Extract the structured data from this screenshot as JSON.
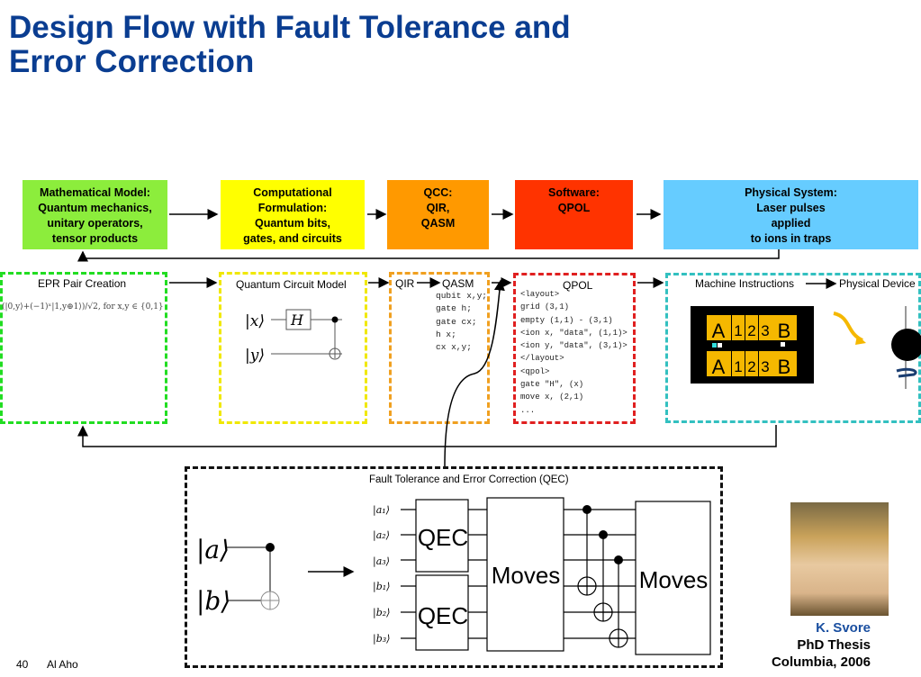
{
  "title": {
    "line1": "Design Flow with Fault Tolerance and",
    "line2": "Error Correction"
  },
  "flow": [
    {
      "lines": [
        "Mathematical Model:",
        "Quantum mechanics,",
        "unitary operators,",
        "tensor products"
      ],
      "color": "#8ced3c"
    },
    {
      "lines": [
        "Computational",
        "Formulation:",
        "Quantum bits,",
        "gates, and circuits"
      ],
      "color": "#ffff00"
    },
    {
      "lines": [
        "QCC:",
        "QIR,",
        "QASM"
      ],
      "color": "#ff9900"
    },
    {
      "lines": [
        "Software:",
        "QPOL"
      ],
      "color": "#ff3300"
    },
    {
      "lines": [
        "Physical System:",
        "Laser pulses",
        "applied",
        "to ions in traps"
      ],
      "color": "#66ccff"
    }
  ],
  "panels": {
    "epr": {
      "title": "EPR Pair Creation",
      "formula": "(|0,y⟩+(−1)ˣ|1,y⊕1⟩)/√2, for x,y ∈ {0,1}",
      "color": "#22dd22"
    },
    "circuit": {
      "title": "Quantum Circuit Model",
      "x": "|x⟩",
      "y": "|y⟩",
      "gate": "H",
      "color": "#f0e800"
    },
    "qasm": {
      "qir": "QIR",
      "title": "QASM",
      "code": [
        "qubit x,y;",
        "gate h;",
        "gate cx;",
        "h x;",
        "cx x,y;"
      ],
      "color": "#f0a020"
    },
    "qpol": {
      "title": "QPOL",
      "code": [
        "<layout>",
        "grid (3,1)",
        "empty (1,1) - (3,1)",
        "<ion x, \"data\", (1,1)>",
        "<ion y, \"data\", (3,1)>",
        "</layout>",
        "<qpol>",
        "gate \"H\", (x)",
        "move x, (2,1)",
        "..."
      ],
      "color": "#e02020"
    },
    "machine": {
      "title": "Machine Instructions",
      "device": "Physical Device",
      "trap_row": [
        "A",
        "1",
        "2",
        "3",
        "B"
      ],
      "color": "#33c0c0"
    }
  },
  "qec": {
    "title": "Fault Tolerance and Error Correction (QEC)",
    "a": "|a⟩",
    "b": "|b⟩",
    "qubits": [
      "|a₁⟩",
      "|a₂⟩",
      "|a₃⟩",
      "|b₁⟩",
      "|b₂⟩",
      "|b₃⟩"
    ],
    "qec_label": "QEC",
    "moves_label": "Moves"
  },
  "credit": {
    "name": "K. Svore",
    "line2": "PhD Thesis",
    "line3": "Columbia, 2006",
    "name_color": "#1a4fa0"
  },
  "footer": {
    "page": "40",
    "author": "Al Aho"
  }
}
